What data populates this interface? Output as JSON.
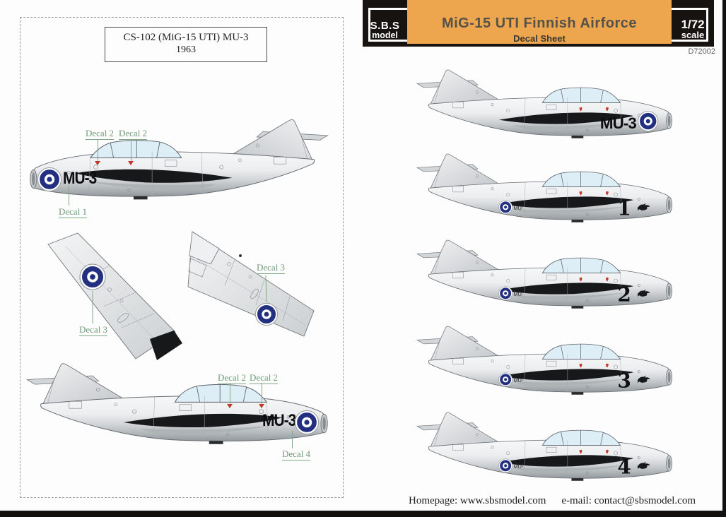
{
  "header": {
    "logo_top": "S.B.S",
    "logo_bottom": "model",
    "title": "MiG-15 UTI Finnish Airforce",
    "subtitle": "Decal Sheet",
    "scale_value": "1/72",
    "scale_word": "scale",
    "product_code": "D72002"
  },
  "left_panel": {
    "caption_line1": "CS-102 (MiG-15 UTI) MU-3",
    "caption_line2": "1963",
    "aircraft_code": "MU-3",
    "callouts": {
      "decal1": "Decal 1",
      "decal2": "Decal 2",
      "decal3": "Decal 3",
      "decal4": "Decal 4"
    }
  },
  "right_panel": {
    "aircraft": [
      {
        "code": "MU-3"
      },
      {
        "nose_number": "1",
        "fuselage_code": "MU-"
      },
      {
        "nose_number": "2",
        "fuselage_code": "MU-"
      },
      {
        "nose_number": "3",
        "fuselage_code": "MU-"
      },
      {
        "nose_number": "4",
        "fuselage_code": "MU-"
      }
    ]
  },
  "footer": {
    "homepage": "Homepage: www.sbsmodel.com",
    "email": "e-mail: contact@sbsmodel.com"
  },
  "colors": {
    "banner_orange": "#eda64e",
    "roundel_blue": "#232f80",
    "callout_green": "#6f9b78",
    "marker_red": "#c0392b"
  }
}
